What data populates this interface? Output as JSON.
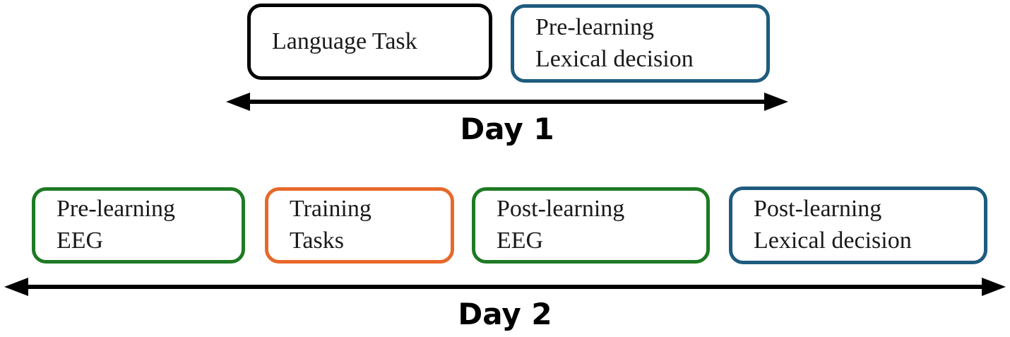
{
  "figure": {
    "background": "#ffffff",
    "colors": {
      "black_border": "#000000",
      "blue_border": "#1e5b7e",
      "green_border": "#1e7a23",
      "orange_border": "#e8682a",
      "arrow": "#000000",
      "label_text": "#000000"
    },
    "day1": {
      "label": "Day 1",
      "boxes": [
        {
          "line1": "Language Task",
          "line2": "",
          "border_color": "#000000"
        },
        {
          "line1": "Pre-learning",
          "line2": "Lexical decision",
          "border_color": "#1e5b7e"
        }
      ]
    },
    "day2": {
      "label": "Day 2",
      "boxes": [
        {
          "line1": "Pre-learning",
          "line2": "EEG",
          "border_color": "#1e7a23"
        },
        {
          "line1": "Training",
          "line2": "Tasks",
          "border_color": "#e8682a"
        },
        {
          "line1": "Post-learning",
          "line2": "EEG",
          "border_color": "#1e7a23"
        },
        {
          "line1": "Post-learning",
          "line2": "Lexical decision",
          "border_color": "#1e5b7e"
        }
      ]
    }
  }
}
